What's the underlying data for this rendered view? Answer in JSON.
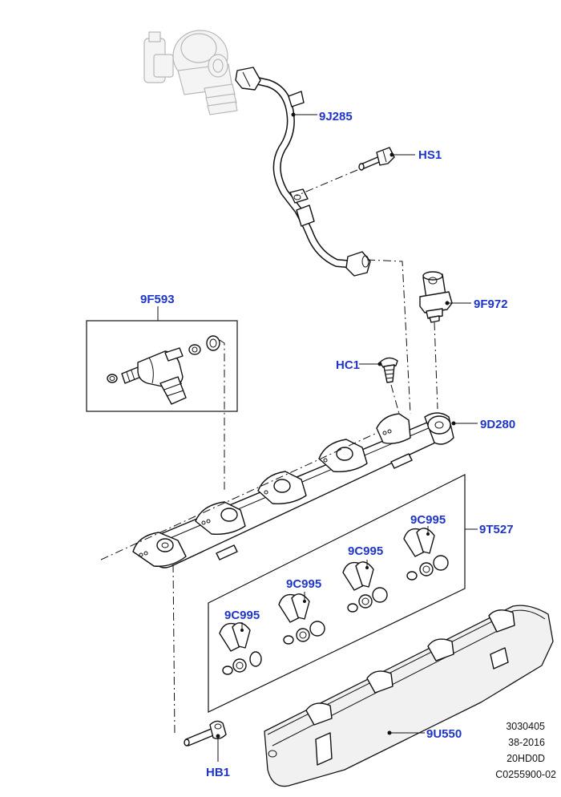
{
  "callouts": {
    "fuel_pipe": "9J285",
    "bolt_hs1": "HS1",
    "pressure_sensor": "9F972",
    "injector": "9F593",
    "clip_hc1": "HC1",
    "fuel_rail": "9D280",
    "seal_kit": "9T527",
    "clip_1": "9C995",
    "clip_2": "9C995",
    "clip_3": "9C995",
    "clip_4": "9C995",
    "cover": "9U550",
    "bolt_hb1": "HB1"
  },
  "reference": {
    "line1": "3030405",
    "line2": "38-2016",
    "line3": "20HD0D",
    "line4": "C0255900-02"
  },
  "colors": {
    "callout_text": "#1f35c8",
    "line_art": "#111111",
    "ghost_part": "#b8b8b8"
  }
}
